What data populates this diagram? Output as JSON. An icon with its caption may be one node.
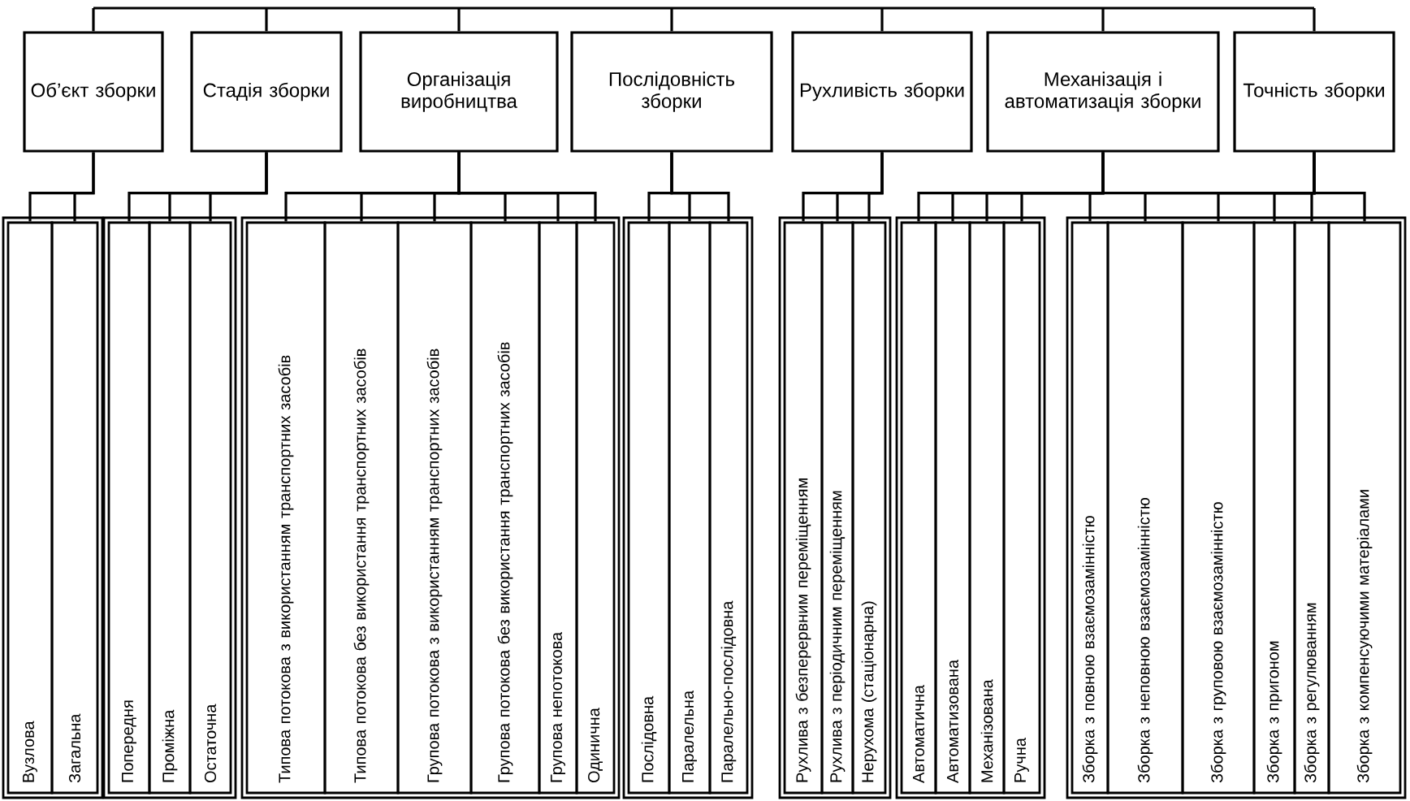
{
  "diagram": {
    "nodes": [
      {
        "text": [
          "Об’єкт зборки"
        ]
      },
      {
        "text": [
          "Стадія зборки"
        ]
      },
      {
        "text": [
          "Організація виробництва"
        ]
      },
      {
        "text": [
          "Послідовність зборки"
        ]
      },
      {
        "text": [
          "Рухливість зборки"
        ]
      },
      {
        "text": [
          "Механізація і автоматизація зборки"
        ]
      },
      {
        "text": [
          "Точність зборки"
        ]
      },
      {
        "text": [
          "Вузлова"
        ]
      },
      {
        "text": [
          "Загальна"
        ]
      },
      {
        "text": [
          "Попередня"
        ]
      },
      {
        "text": [
          "Проміжна"
        ]
      },
      {
        "text": [
          "Остаточна"
        ]
      },
      {
        "text": [
          "Типова потокова з використанням транспортних засобів"
        ]
      },
      {
        "text": [
          "Типова потокова без використання транспортних засобів"
        ]
      },
      {
        "text": [
          "Групова потокова з використанням транспортних засобів"
        ]
      },
      {
        "text": [
          "Групова потокова без використання транспортних засобів"
        ]
      },
      {
        "text": [
          "Групова непотокова"
        ]
      },
      {
        "text": [
          "Одинична"
        ]
      },
      {
        "text": [
          "Послідовна"
        ]
      },
      {
        "text": [
          "Паралельна"
        ]
      },
      {
        "text": [
          "Паралельно-послідовна"
        ]
      },
      {
        "text": [
          "Рухлива з безперервним переміщенням"
        ]
      },
      {
        "text": [
          "Рухлива з періодичним переміщенням"
        ]
      },
      {
        "text": [
          "Нерухома (стаціонарна)"
        ]
      },
      {
        "text": [
          "Автоматична"
        ]
      },
      {
        "text": [
          "Автоматизована"
        ]
      },
      {
        "text": [
          "Механізована"
        ]
      },
      {
        "text": [
          "Ручна"
        ]
      },
      {
        "text": [
          "Зборка з повною взаємозамінністю"
        ]
      },
      {
        "text": [
          "Зборка з неповною взаємозамінністю"
        ]
      },
      {
        "text": [
          "Зборка з груповою взаємозамінністю"
        ]
      },
      {
        "text": [
          "Зборка з пригоном"
        ]
      },
      {
        "text": [
          "Зборка з регулюванням"
        ]
      },
      {
        "text": [
          "Зборка з компенсуючими матеріалами"
        ]
      }
    ],
    "edges": [
      {
        "from": null,
        "to": 0,
        "arrow": "none"
      },
      {
        "from": null,
        "to": 1,
        "arrow": "none"
      },
      {
        "from": null,
        "to": 2,
        "arrow": "none"
      },
      {
        "from": null,
        "to": 3,
        "arrow": "none"
      },
      {
        "from": null,
        "to": 4,
        "arrow": "none"
      },
      {
        "from": null,
        "to": 5,
        "arrow": "none"
      },
      {
        "from": null,
        "to": 6,
        "arrow": "none"
      },
      {
        "from": 0,
        "to": 7,
        "arrow": "none"
      },
      {
        "from": 0,
        "to": 8,
        "arrow": "none"
      },
      {
        "from": 1,
        "to": 9,
        "arrow": "none"
      },
      {
        "from": 1,
        "to": 10,
        "arrow": "none"
      },
      {
        "from": 1,
        "to": 11,
        "arrow": "none"
      },
      {
        "from": 2,
        "to": 12,
        "arrow": "none"
      },
      {
        "from": 2,
        "to": 13,
        "arrow": "none"
      },
      {
        "from": 2,
        "to": 14,
        "arrow": "none"
      },
      {
        "from": 2,
        "to": 15,
        "arrow": "none"
      },
      {
        "from": 2,
        "to": 16,
        "arrow": "none"
      },
      {
        "from": 2,
        "to": 17,
        "arrow": "none"
      },
      {
        "from": 3,
        "to": 18,
        "arrow": "none"
      },
      {
        "from": 3,
        "to": 19,
        "arrow": "none"
      },
      {
        "from": 3,
        "to": 20,
        "arrow": "none"
      },
      {
        "from": 4,
        "to": 21,
        "arrow": "none"
      },
      {
        "from": 4,
        "to": 22,
        "arrow": "none"
      },
      {
        "from": 4,
        "to": 23,
        "arrow": "none"
      },
      {
        "from": 5,
        "to": 24,
        "arrow": "none"
      },
      {
        "from": 5,
        "to": 25,
        "arrow": "none"
      },
      {
        "from": 5,
        "to": 26,
        "arrow": "none"
      },
      {
        "from": 5,
        "to": 27,
        "arrow": "none"
      },
      {
        "from": 6,
        "to": 28,
        "arrow": "none"
      },
      {
        "from": 6,
        "to": 29,
        "arrow": "none"
      },
      {
        "from": 6,
        "to": 30,
        "arrow": "none"
      },
      {
        "from": 6,
        "to": 31,
        "arrow": "none"
      },
      {
        "from": 6,
        "to": 32,
        "arrow": "none"
      },
      {
        "from": 6,
        "to": 33,
        "arrow": "none"
      }
    ]
  }
}
